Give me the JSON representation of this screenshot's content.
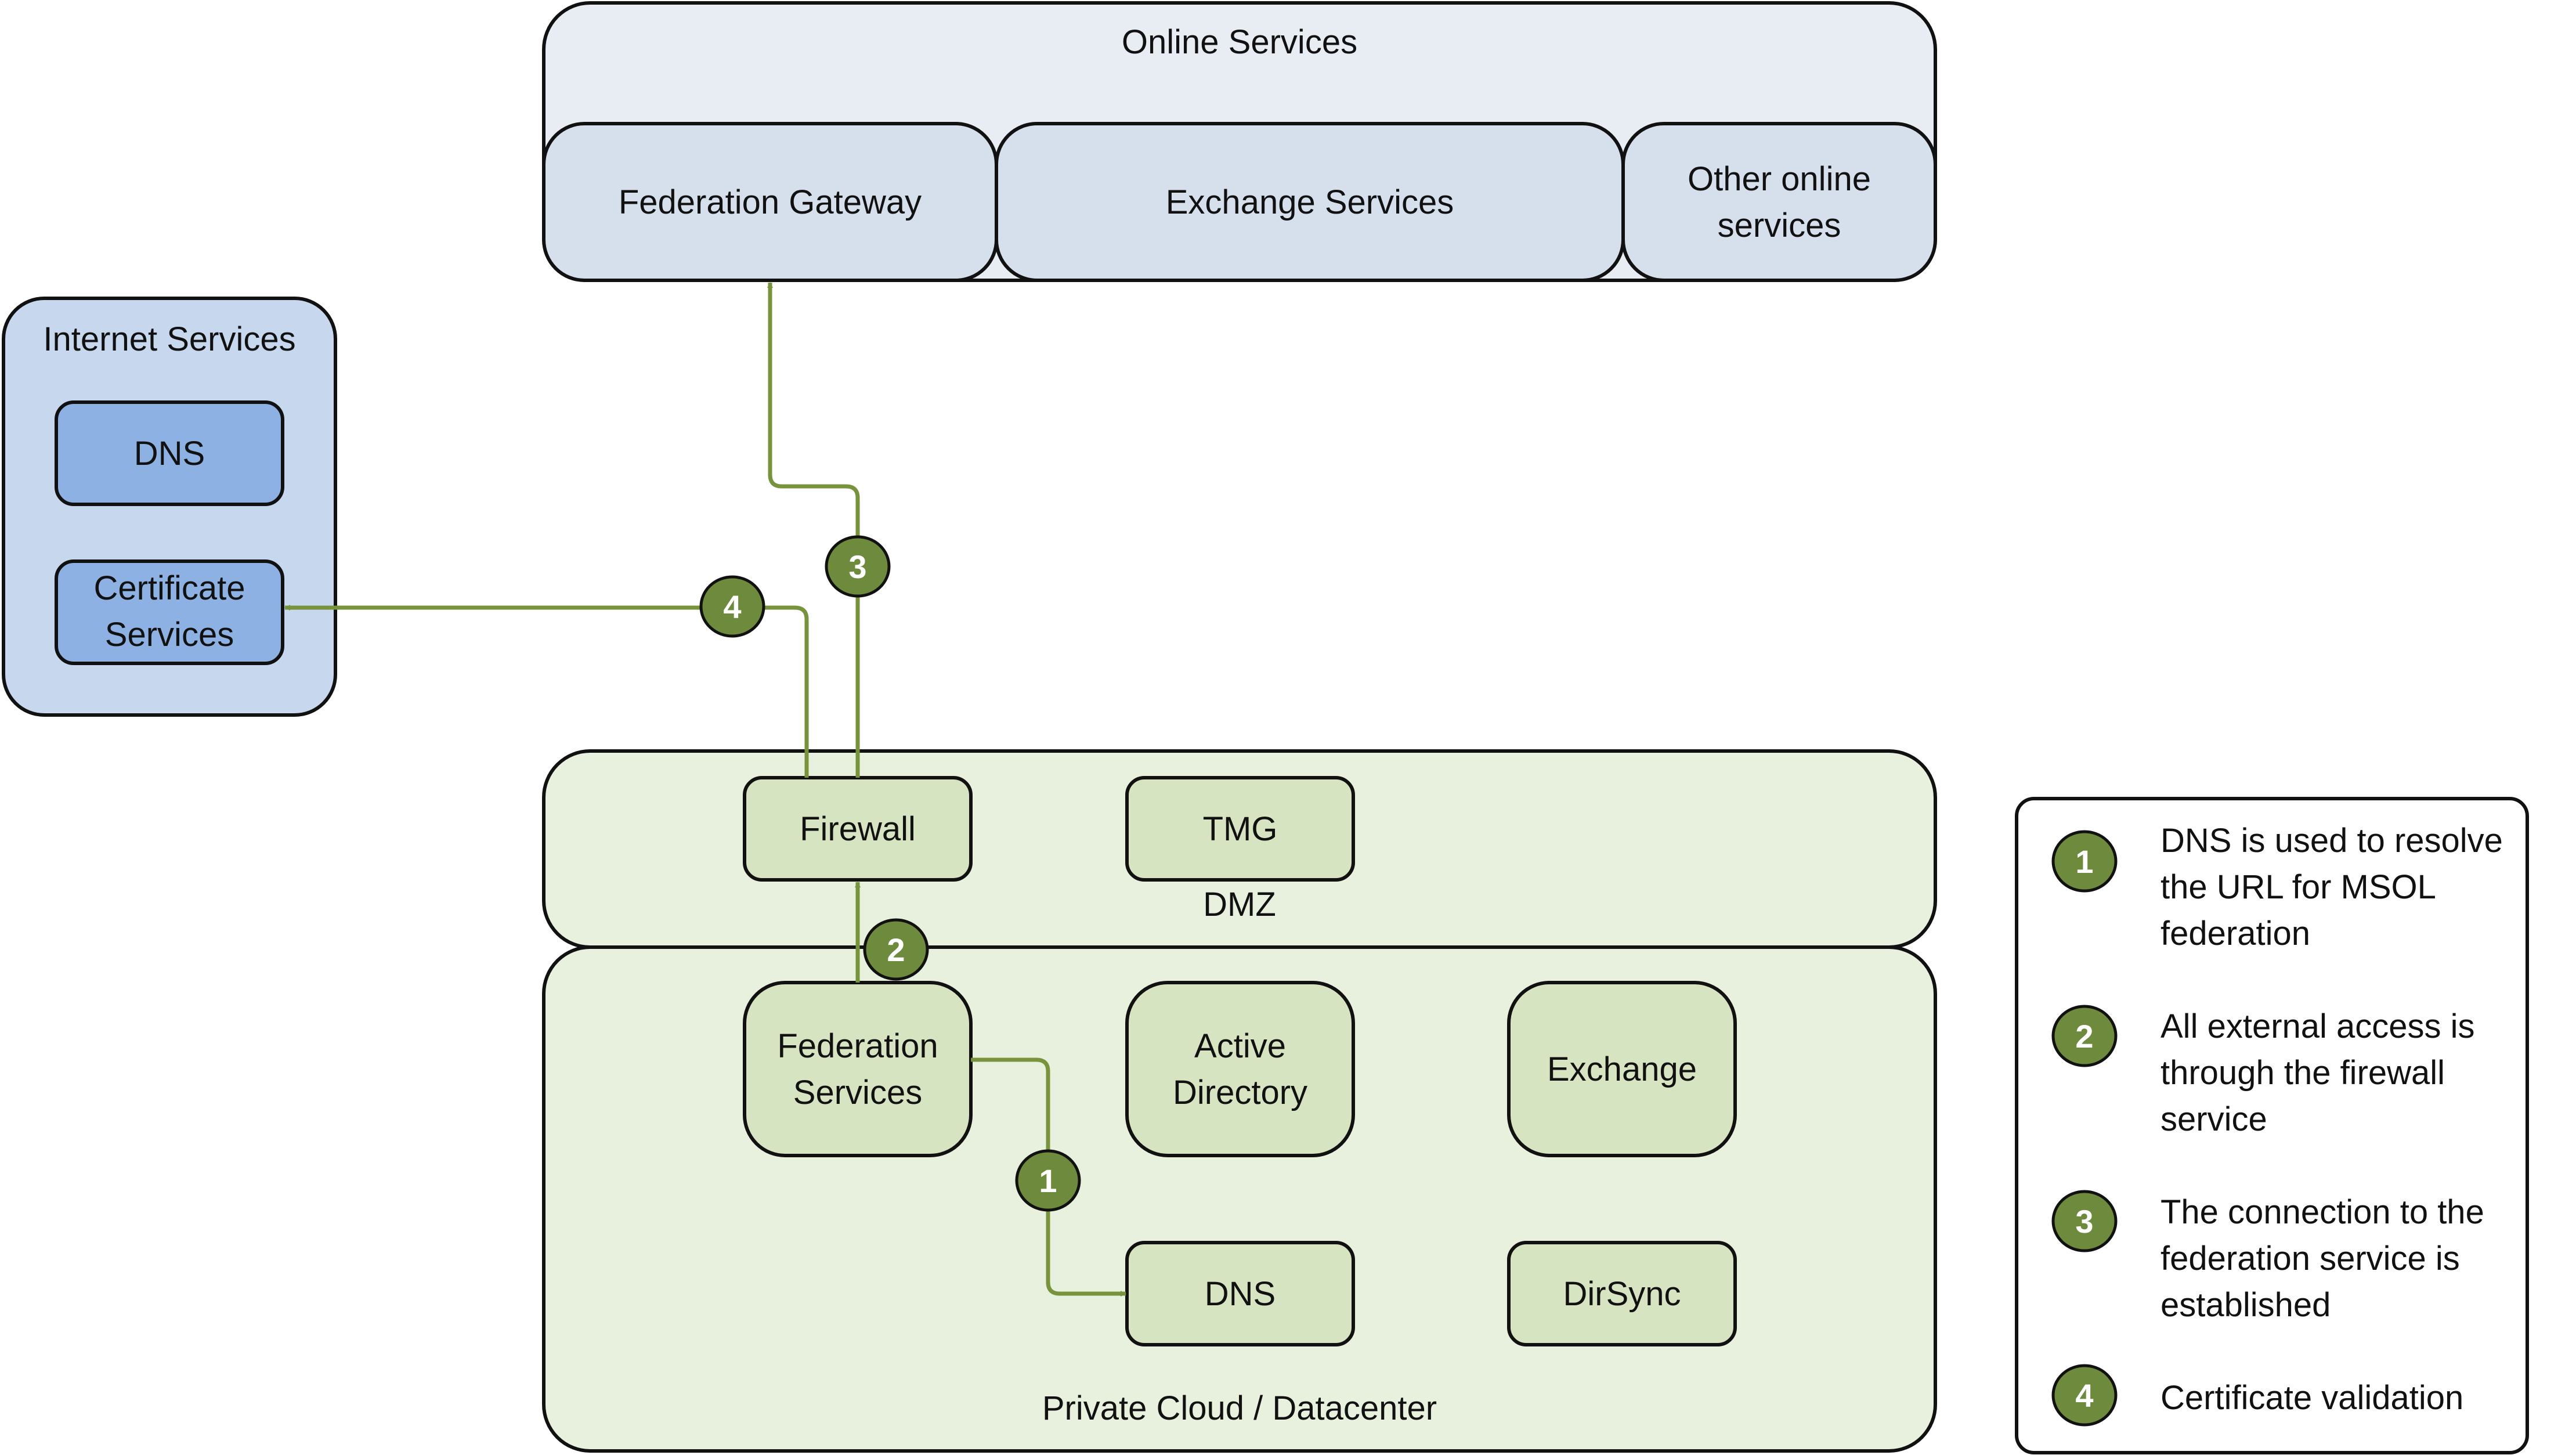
{
  "colors": {
    "online_bg": "#e8edf4",
    "online_box": "#d6e0ec",
    "internet_bg": "#c7d8ee",
    "internet_box": "#8eb1e3",
    "private_bg": "#e8f0de",
    "private_box": "#d7e4c2",
    "flow": "#77933c",
    "badge": "#6e8b3d",
    "stroke": "#111111"
  },
  "online_services": {
    "title": "Online Services",
    "federation_gateway": "Federation Gateway",
    "exchange_services": "Exchange Services",
    "other_online_services": [
      "Other online",
      "services"
    ]
  },
  "internet_services": {
    "title": "Internet Services",
    "dns": "DNS",
    "certificate_services": [
      "Certificate",
      "Services"
    ]
  },
  "dmz": {
    "title": "DMZ",
    "firewall": "Firewall",
    "tmg": "TMG"
  },
  "private_cloud": {
    "title": "Private Cloud / Datacenter",
    "federation_services": [
      "Federation",
      "Services"
    ],
    "active_directory": [
      "Active",
      "Directory"
    ],
    "exchange": "Exchange",
    "dns": "DNS",
    "dirsync": "DirSync"
  },
  "flow_badges": [
    "1",
    "2",
    "3",
    "4"
  ],
  "legend": {
    "items": [
      {
        "num": "1",
        "lines": [
          "DNS is used to resolve",
          "the URL for MSOL",
          "federation"
        ]
      },
      {
        "num": "2",
        "lines": [
          "All external access is",
          "through the firewall",
          "service"
        ]
      },
      {
        "num": "3",
        "lines": [
          "The connection to the",
          "federation service is",
          "established"
        ]
      },
      {
        "num": "4",
        "lines": [
          "Certificate validation"
        ]
      }
    ]
  }
}
